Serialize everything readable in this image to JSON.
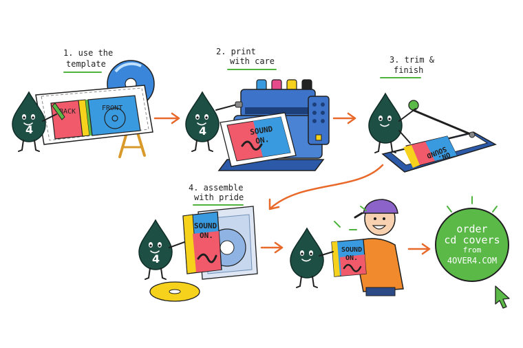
{
  "steps": [
    {
      "label_line1": "1. use the",
      "label_line2": "template",
      "back_text": "BACK",
      "front_text": "FRONT",
      "mascot_digit": "4"
    },
    {
      "label_line1": "2. print",
      "label_line2": "with care",
      "cover_line1": "SOUND",
      "cover_line2": "ON.",
      "mascot_digit": "4"
    },
    {
      "label_line1": "3. trim &",
      "label_line2": "finish",
      "cover_line1": "SOUND",
      "cover_line2": "ON."
    },
    {
      "label_line1": "4. assemble",
      "label_line2": "with pride",
      "cover_line1": "SOUND",
      "cover_line2": "ON.",
      "mascot_digit": "4"
    },
    {
      "cover_line1": "SOUND",
      "cover_line2": "ON."
    }
  ],
  "cta": {
    "line1": "order",
    "line2": "cd covers",
    "line3": "from",
    "url": "4OVER4.COM"
  },
  "colors": {
    "mascot": "#1e4f44",
    "arrow": "#e8692a",
    "accent_green": "#5ab947",
    "cover_pink": "#f05a6b",
    "cover_blue": "#3a9ae0",
    "cover_yellow": "#f6d21c",
    "printer_blue": "#3d74c9",
    "hoodie_orange": "#f08a2c",
    "cap_purple": "#8c63c9"
  },
  "icons": [
    "mascot-drop-icon",
    "cd-disc-icon",
    "easel-icon",
    "printer-icon",
    "ink-cartridge-icon",
    "paper-trimmer-icon",
    "jewel-case-icon",
    "person-icon",
    "cursor-arrow-icon",
    "arrow-right-icon"
  ]
}
